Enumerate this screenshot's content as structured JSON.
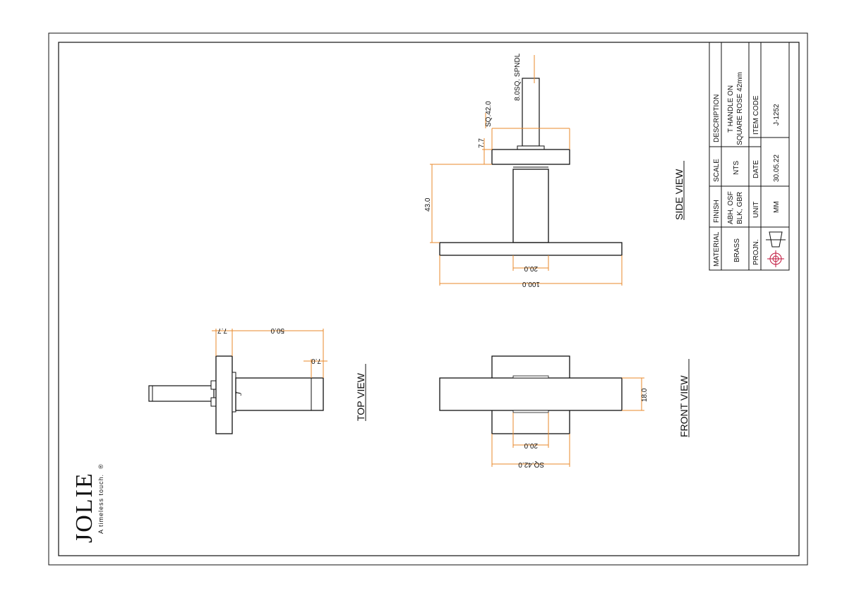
{
  "colors": {
    "dimension": "#e8892b",
    "ink": "#111111",
    "accent": "#c0143c"
  },
  "views": {
    "side": "SIDE VIEW",
    "top": "TOP VIEW",
    "front": "FRONT VIEW"
  },
  "dimensions": {
    "spindle": "8.0SQ. SPNDL",
    "rose_side": "SQ.42.0",
    "rose_thk_side": "7.7",
    "height": "43.0",
    "neck_side": "20.0",
    "lever_len": "100.0",
    "top_rose_thk": "7.7",
    "top_lever_len": "50.0",
    "top_lever_thk": "7.0",
    "front_lever_h": "18.0",
    "front_neck": "20.0",
    "front_rose": "SQ.42.0"
  },
  "title_block": {
    "material_label": "MATERIAL",
    "material_value": "BRASS",
    "finish_label": "FINISH",
    "finish_value_1": "ABH, OSF",
    "finish_value_2": "BLK, GBR",
    "scale_label": "SCALE",
    "scale_value": "NTS",
    "description_label": "DESCRIPTION",
    "description_value_1": "T HANDLE ON",
    "description_value_2": "SQUARE ROSE 42mm",
    "projn_label": "PROJN.",
    "unit_label": "UNIT",
    "unit_value": "MM",
    "date_label": "DATE",
    "date_value": "30.05.22",
    "item_code_label": "ITEM CODE",
    "item_code_value": "J-1252"
  },
  "logo": {
    "brand": "JOLIE",
    "tagline": "A timeless touch.",
    "mark": "®",
    "engraving": "J"
  }
}
